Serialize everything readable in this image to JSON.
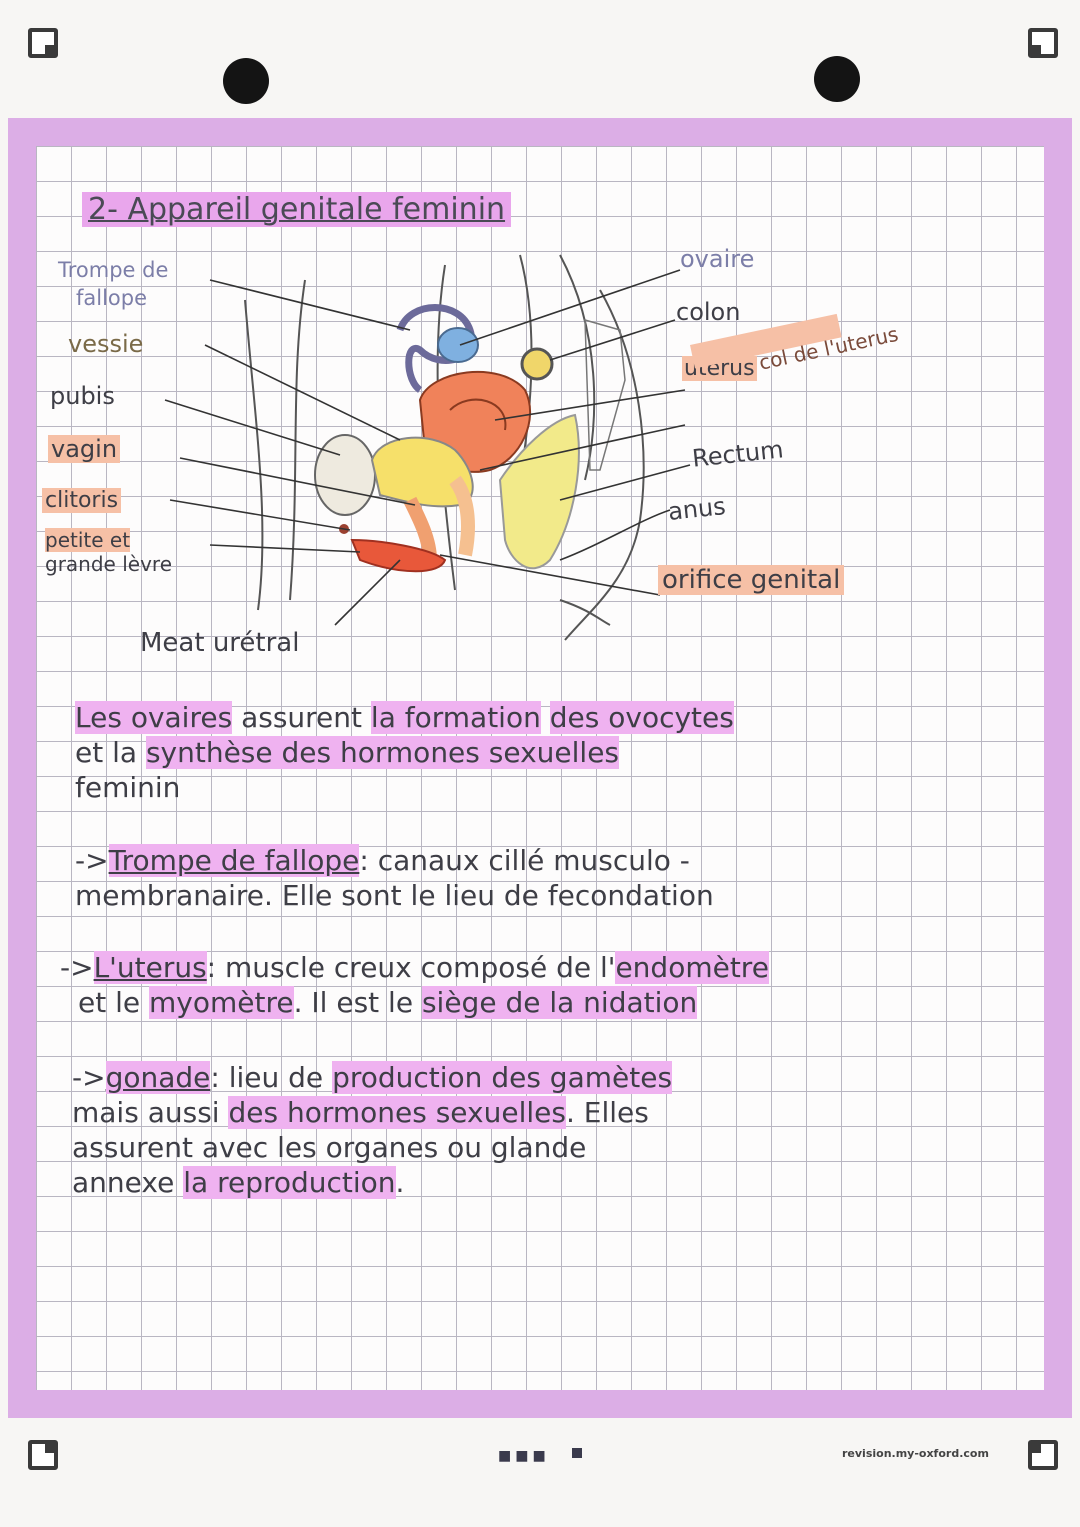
{
  "title": "2- Appareil genitale feminin",
  "labels_left": {
    "trompe": [
      "Trompe de",
      "fallope"
    ],
    "vessie": "vessie",
    "pubis": "pubis",
    "vagin": "vagin",
    "clitoris": "clitoris",
    "levres": [
      "petite et",
      "grande lèvre"
    ]
  },
  "labels_right": {
    "ovaire": "ovaire",
    "colon": "colon",
    "uterus": "uterus",
    "col": "col de l'uterus",
    "rectum": "Rectum",
    "anus": "anus",
    "orifice": "orifice genital"
  },
  "label_bottom": "Meat urétral",
  "paragraph1": {
    "p1": "Les ovaires",
    "p2": "assurent",
    "p3": "la formation",
    "p4": "des ovocytes",
    "p5": "et la",
    "p6": "synthèse des hormones sexuelles",
    "p7": "feminin"
  },
  "trompe_note": {
    "arrow": "->",
    "term": "Trompe de fallope",
    "text1": ": canaux cillé musculo -",
    "text2": "membranaire. Elle sont le lieu de fecondation"
  },
  "uterus_note": {
    "arrow": "->",
    "term": "L'uterus",
    "t1": ": muscle creux composé de l'",
    "t2": "endomètre",
    "t3": "et le ",
    "t4": "myomètre",
    "t5": ". Il est le ",
    "t6": "siège de la nidation"
  },
  "gonade_note": {
    "arrow": "->",
    "term": "gonade",
    "t1": ": lieu de ",
    "t2": "production des gamètes",
    "t3": "mais aussi ",
    "t4": "des hormones sexuelles",
    "t5": ". Elles",
    "t6": "assurent avec les organes ou glande",
    "t7": "annexe ",
    "t8": "la reproduction",
    "t9": "."
  },
  "footer": {
    "site": "revision.my-oxford.com"
  },
  "colors": {
    "sheet_border": "#dcaee6",
    "highlight": "#efb2f0",
    "uterus": "#f0825a",
    "bladder": "#f6e06a",
    "ovary": "#7fb0e0",
    "rectum": "#f2ea8a"
  }
}
